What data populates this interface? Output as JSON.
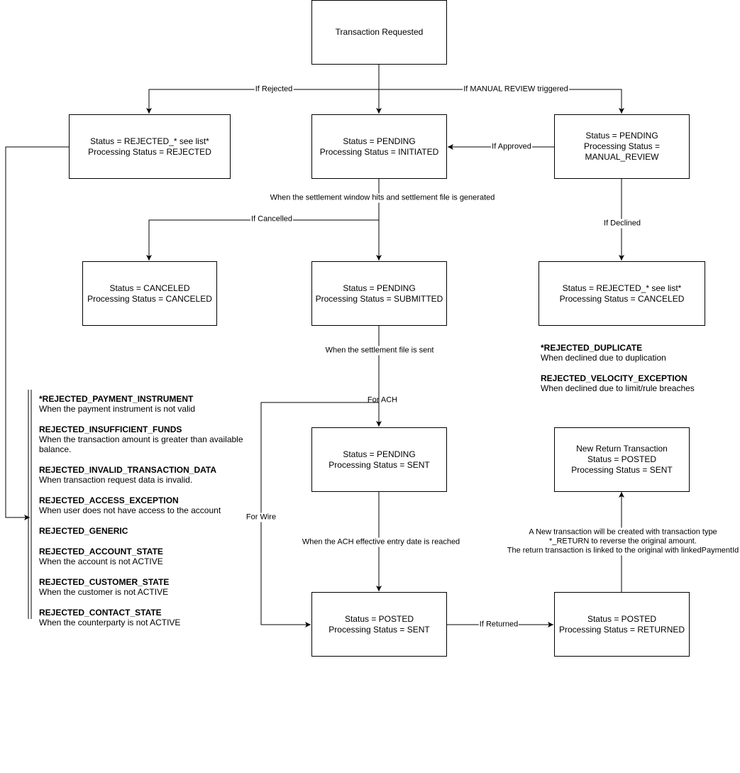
{
  "nodes": {
    "transaction_requested": {
      "lines": [
        "Transaction Requested"
      ]
    },
    "rejected": {
      "lines": [
        "Status = REJECTED_* see list*",
        "Processing Status = REJECTED"
      ]
    },
    "initiated": {
      "lines": [
        "Status = PENDING",
        "Processing Status = INITIATED"
      ]
    },
    "manual_review": {
      "lines": [
        "Status = PENDING",
        "Processing Status =",
        "MANUAL_REVIEW"
      ]
    },
    "canceled": {
      "lines": [
        "Status = CANCELED",
        "Processing Status = CANCELED"
      ]
    },
    "submitted": {
      "lines": [
        "Status = PENDING",
        "Processing Status = SUBMITTED"
      ]
    },
    "declined": {
      "lines": [
        "Status = REJECTED_* see list*",
        "Processing Status = CANCELED"
      ]
    },
    "sent": {
      "lines": [
        "Status = PENDING",
        "Processing Status = SENT"
      ]
    },
    "new_return": {
      "lines": [
        "New Return Transaction",
        "Status = POSTED",
        "Processing Status = SENT"
      ]
    },
    "posted_sent": {
      "lines": [
        "Status = POSTED",
        "Processing Status = SENT"
      ]
    },
    "posted_returned": {
      "lines": [
        "Status = POSTED",
        "Processing Status = RETURNED"
      ]
    }
  },
  "edge_labels": {
    "if_rejected": "If Rejected",
    "if_manual_review": "If MANUAL REVIEW triggered",
    "if_approved": "If Approved",
    "settlement_window": "When the settlement window hits and settlement file is generated",
    "if_cancelled": "If Cancelled",
    "if_declined": "If Declined",
    "settlement_file_sent": "When the settlement file is sent",
    "for_ach": "For ACH",
    "for_wire": "For Wire",
    "ach_effective_date": "When the ACH effective entry date is reached",
    "if_returned": "If Returned",
    "return_note": [
      "A New transaction will be created with transaction type",
      "*_RETURN to reverse the original amount.",
      "The return transaction is linked to the original with linkedPaymentId"
    ]
  },
  "declined_reasons": [
    {
      "code": "*REJECTED_DUPLICATE",
      "desc": "When declined due to duplication"
    },
    {
      "code": "REJECTED_VELOCITY_EXCEPTION",
      "desc": "When declined due to limit/rule breaches"
    }
  ],
  "rejected_reasons": [
    {
      "code": "*REJECTED_PAYMENT_INSTRUMENT",
      "desc": "When the payment instrument is not valid"
    },
    {
      "code": "REJECTED_INSUFFICIENT_FUNDS",
      "desc": "When the transaction amount is greater than available balance."
    },
    {
      "code": "REJECTED_INVALID_TRANSACTION_DATA",
      "desc": "When transaction request data is invalid."
    },
    {
      "code": "REJECTED_ACCESS_EXCEPTION",
      "desc": "When user does not have access to the account"
    },
    {
      "code": "REJECTED_GENERIC",
      "desc": ""
    },
    {
      "code": "REJECTED_ACCOUNT_STATE",
      "desc": "When the account is not ACTIVE"
    },
    {
      "code": "REJECTED_CUSTOMER_STATE",
      "desc": "When the customer is not ACTIVE"
    },
    {
      "code": "REJECTED_CONTACT_STATE",
      "desc": "When the counterparty is not ACTIVE"
    }
  ]
}
